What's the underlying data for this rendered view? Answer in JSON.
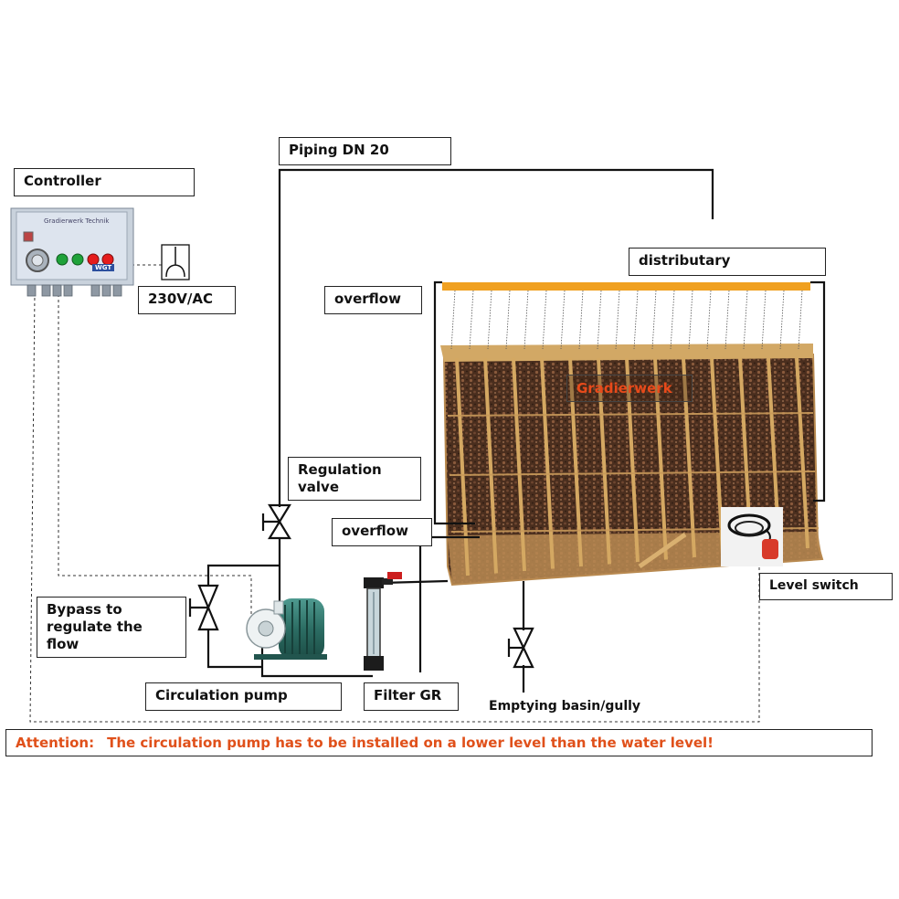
{
  "labels": {
    "controller": "Controller",
    "piping": "Piping DN 20",
    "distributary": "distributary",
    "voltage": "230V/AC",
    "overflow_top": "overflow",
    "overflow_bottom": "overflow",
    "regulation_valve_line1": "Regulation",
    "regulation_valve_line2": "valve",
    "bypass_line1": "Bypass to",
    "bypass_line2": "regulate the",
    "bypass_line3": "flow",
    "circulation_pump": "Circulation pump",
    "filter": "Filter GR",
    "emptying": "Emptying basin/gully",
    "level_switch": "Level switch",
    "gradierwerk": "Gradierwerk"
  },
  "controller_panel": {
    "title": "Gradierwerk Technik",
    "brand": "WGT"
  },
  "attention": {
    "prefix": "Attention:",
    "message": "The circulation pump has to be installed on a lower level than the water level!"
  },
  "colors": {
    "distributary_bar": "#f0a020",
    "attention_text": "#e0501a",
    "tower_wood": "#c99a5a",
    "tower_fill": "#4a2e1e",
    "panel": "#dde4ee",
    "button_green": "#1fa23a",
    "button_red": "#e51c1c",
    "pump_body": "#2c6e64",
    "float_switch": "#d83a2a"
  },
  "icons": [
    "plug-icon",
    "valve-icon",
    "pump-icon",
    "filter-icon",
    "float-switch-icon"
  ]
}
